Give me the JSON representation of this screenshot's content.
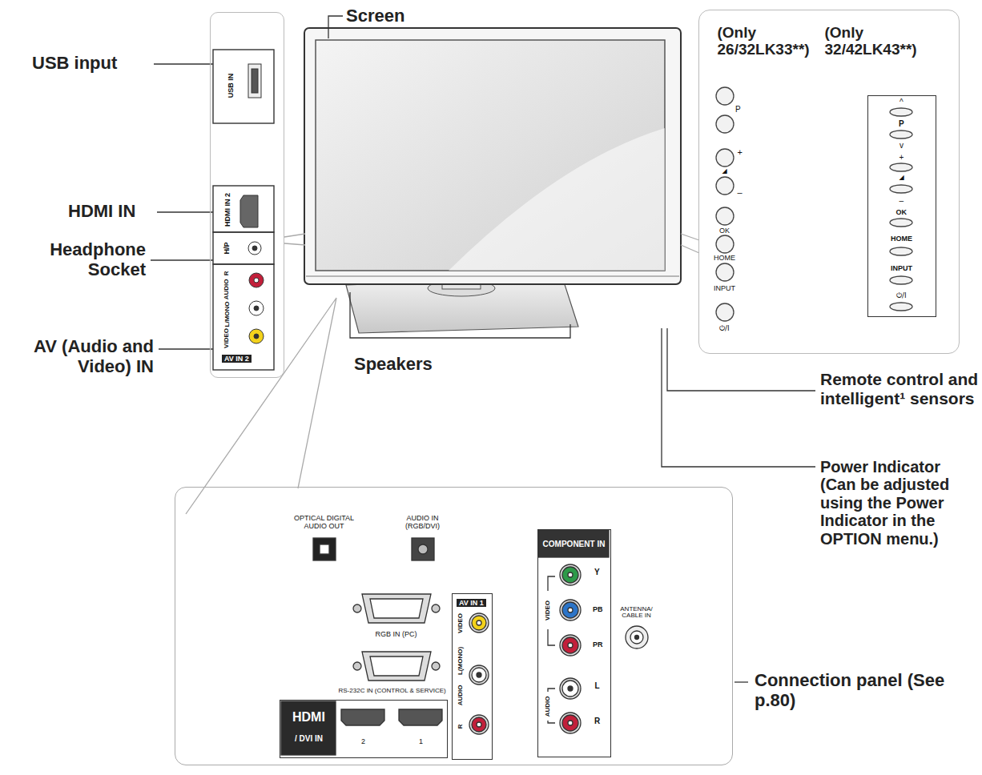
{
  "diagram": {
    "nodes": [
      {
        "text": [
          "USB IN",
          "HDMI IN 2",
          "H/P",
          "VIDEO",
          "L/MONO",
          "AUDIO",
          "R",
          "AV IN 2"
        ]
      },
      {
        "text": [
          "(Only 26/32LK33**)",
          "(Only 32/42LK43**)",
          "P",
          "+",
          "◢",
          "–",
          "OK",
          "HOME",
          "INPUT",
          "⏻/I"
        ]
      },
      {
        "text": [
          "^",
          "P",
          "v",
          "+",
          "◢",
          "–",
          "OK",
          "HOME",
          "INPUT",
          "⏻/I"
        ],
        "in": 1
      },
      {
        "text": [
          "OPTICAL DIGITAL AUDIO OUT",
          "AUDIO IN (RGB/DVI)",
          "RGB IN (PC)",
          "RS-232C IN (CONTROL & SERVICE)",
          "ANTENNA/ CABLE IN"
        ]
      },
      {
        "text": [
          "AV IN 1",
          "VIDEO",
          "L(MONO)",
          "AUDIO",
          "R"
        ],
        "in": 3
      },
      {
        "text": [
          "COMPONENT IN",
          "Y",
          "PB",
          "PR",
          "VIDEO",
          "L",
          "AUDIO",
          "R"
        ],
        "in": 3
      },
      {
        "text": [
          "HDMI",
          "/ DVI IN",
          "2",
          "1"
        ],
        "in": 3
      }
    ],
    "labels": [
      "USB input",
      "Screen",
      "HDMI IN",
      "Headphone Socket",
      "AV (Audio and Video) IN",
      "Speakers",
      "Remote control and intelligent¹ sensors",
      "Power Indicator (Can be adjusted using the Power Indicator in the OPTION menu.)",
      "Connection panel (See p.80)"
    ]
  }
}
